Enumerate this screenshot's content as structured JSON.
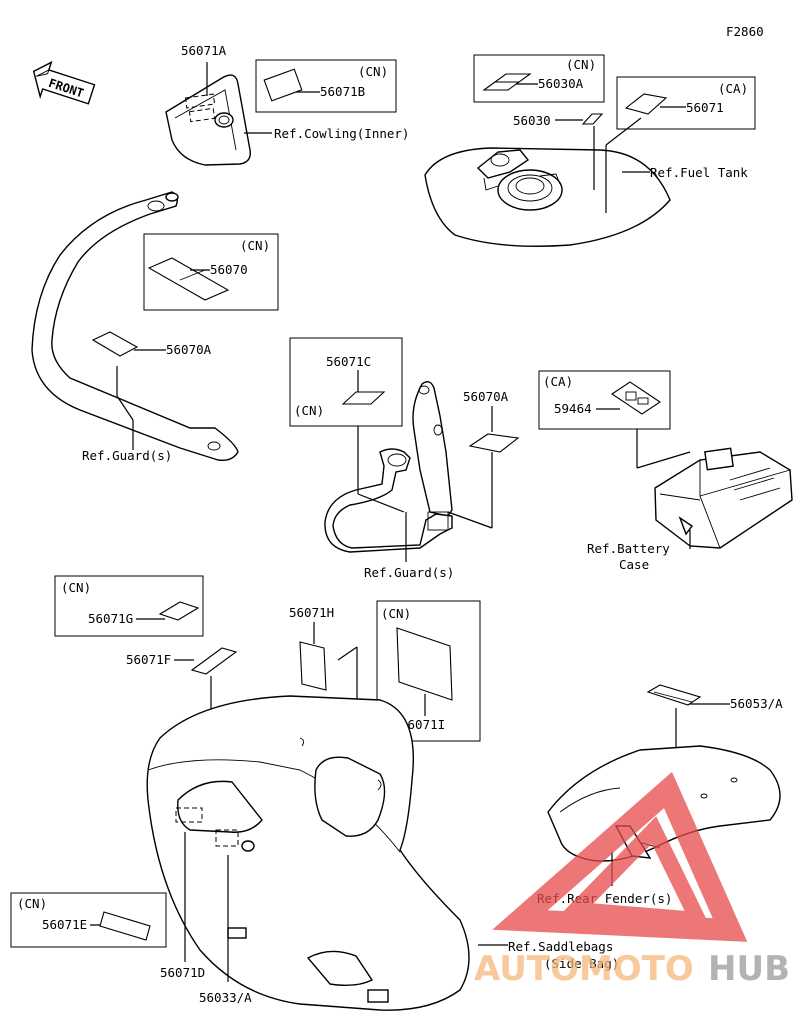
{
  "figure_code": "F2860",
  "front_label": "FRONT",
  "parts": {
    "p56071A": "56071A",
    "p56071B": "56071B",
    "p56030A": "56030A",
    "p56030": "56030",
    "p56071": "56071",
    "p56070": "56070",
    "p56070A_left": "56070A",
    "p56071C": "56071C",
    "p56070A_mid": "56070A",
    "p59464": "59464",
    "p56071G": "56071G",
    "p56071F": "56071F",
    "p56071H": "56071H",
    "p56071I": "56071I",
    "p56053A": "56053/A",
    "p56071E": "56071E",
    "p56071D": "56071D",
    "p56033A": "56033/A"
  },
  "region_tags": {
    "cn_56071B": "(CN)",
    "cn_56030A": "(CN)",
    "ca_56071": "(CA)",
    "cn_56070": "(CN)",
    "cn_56071C": "(CN)",
    "ca_59464": "(CA)",
    "cn_56071G": "(CN)",
    "cn_56071I": "(CN)",
    "cn_56071E": "(CN)"
  },
  "refs": {
    "cowling": "Ref.Cowling(Inner)",
    "fuel_tank": "Ref.Fuel Tank",
    "guard_left": "Ref.Guard(s)",
    "guard_mid": "Ref.Guard(s)",
    "battery_line1": "Ref.Battery",
    "battery_line2": "Case",
    "rear_fender": "Ref.Rear Fender(s)",
    "saddlebags_line1": "Ref.Saddlebags",
    "saddlebags_line2": "(Side Bag)"
  },
  "watermark": {
    "part1": "AUTOMOTO",
    "part2": "HUB",
    "color_orange": "#f5b87a",
    "color_gray": "#9a9a9a",
    "color_red": "#e84a4a"
  }
}
